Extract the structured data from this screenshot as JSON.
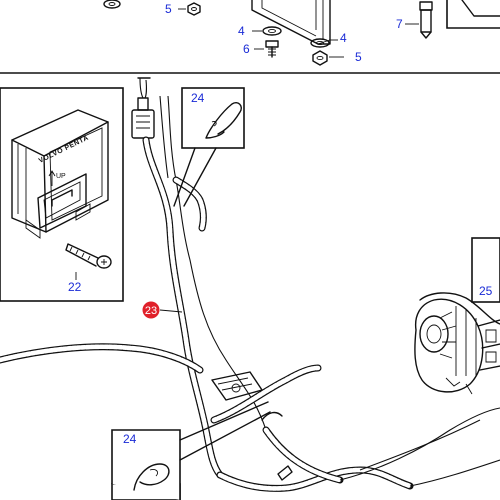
{
  "callouts": {
    "c5_top": "5",
    "c4_left": "4",
    "c6": "6",
    "c4_right": "4",
    "c5_right": "5",
    "c7": "7",
    "c24_upper": "24",
    "c22": "22",
    "c23": "23",
    "c25": "25",
    "c24_lower": "24"
  },
  "ecu_label": {
    "brand": "VOLVO PENTA",
    "arrow_text": "UP"
  },
  "colors": {
    "callout_text": "#1a2bd6",
    "highlight_badge": "#e0202a",
    "line_art": "#111111"
  }
}
